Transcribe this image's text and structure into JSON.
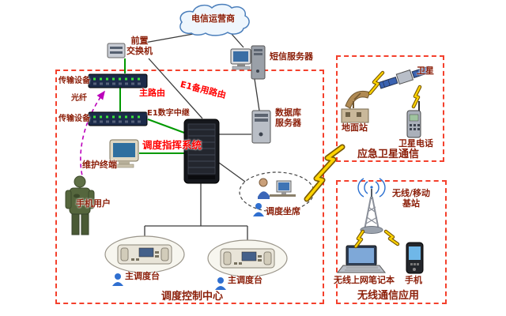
{
  "diagram": {
    "cloud": "电信运营商",
    "front_switch_l1": "前置",
    "front_switch_l2": "交换机",
    "transmission_1": "传输设备",
    "fiber": "光纤",
    "main_route": "主路由",
    "transmission_2": "传输设备",
    "e1_trunk": "E1数字中继",
    "e1_backup": "E1备用路由",
    "dispatch_system": "调度指挥系统",
    "sms_server": "短信服务器",
    "db_server_l1": "数据库",
    "db_server_l2": "服务器",
    "maintenance_terminal": "维护终端",
    "mobile_user": "手机用户",
    "dispatch_seat": "调度坐席",
    "main_console_1": "主调度台",
    "main_console_2": "主调度台",
    "control_center": "调度控制中心",
    "satellite": "卫星",
    "ground_station": "地面站",
    "satellite_phone": "卫星电话",
    "emergency_satellite": "应急卫星通信",
    "base_station_l1": "无线/移动",
    "base_station_l2": "基站",
    "wireless_laptop": "无线上网笔记本",
    "mobile_phone": "手机",
    "wireless_app": "无线通信应用"
  },
  "colors": {
    "label": "#8b1e08",
    "highlight_red": "#ff0000",
    "box_border": "#f4402c",
    "line_green": "#009900",
    "line_purple": "#bb00bb",
    "lightning_yellow": "#ffd400",
    "cloud_border": "#4a7ebb",
    "led_green": "#39e639"
  }
}
